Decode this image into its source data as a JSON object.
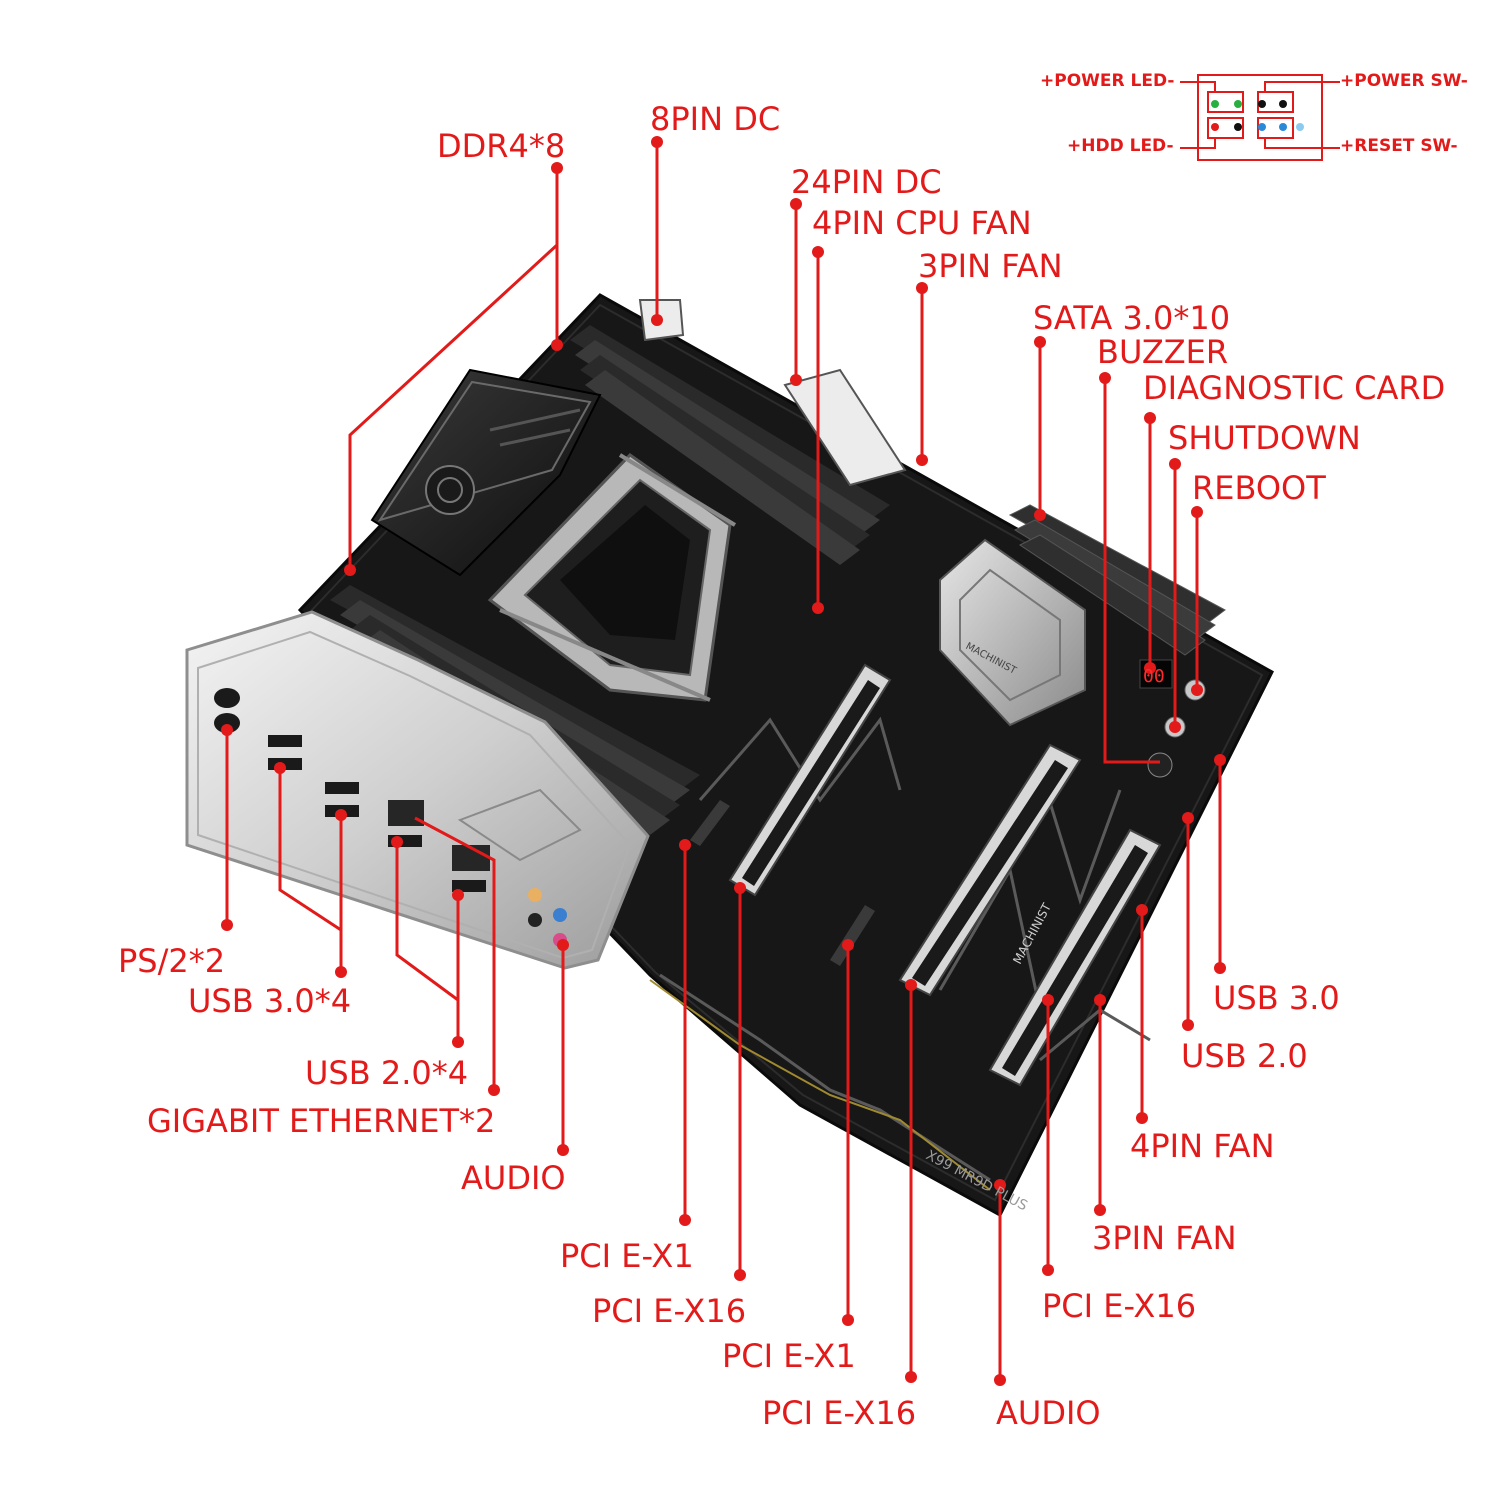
{
  "accent_color": "#e21a1a",
  "product": {
    "model_text": "X99 MR9D PLUS",
    "brand_text": "MACHINIST",
    "diag_display": "00"
  },
  "front_panel": {
    "power_led": "+POWER LED-",
    "power_sw": "+POWER SW-",
    "hdd_led": "+HDD LED-",
    "reset_sw": "+RESET SW-"
  },
  "labels": {
    "ddr4": "DDR4*8",
    "pin8_dc": "8PIN  DC",
    "pin24_dc": "24PIN  DC",
    "cpu_fan": "4PIN CPU FAN",
    "fan3_top": "3PIN FAN",
    "sata": "SATA 3.0*10",
    "buzzer": "BUZZER",
    "diag_card": "DIAGNOSTIC CARD",
    "shutdown": "SHUTDOWN",
    "reboot": "REBOOT",
    "ps2": "PS/2*2",
    "usb30x4": "USB 3.0*4",
    "usb20x4": "USB 2.0*4",
    "ethernet": "GIGABIT ETHERNET*2",
    "audio_rear": "AUDIO",
    "pcie_x1_a": "PCI E-X1",
    "pcie_x16_a": "PCI E-X16",
    "pcie_x1_b": "PCI E-X1",
    "pcie_x16_b": "PCI E-X16",
    "audio_front": "AUDIO",
    "pcie_x16_c": "PCI E-X16",
    "fan3_right": "3PIN FAN",
    "fan4_right": "4PIN FAN",
    "usb20": "USB 2.0",
    "usb30": "USB 3.0"
  }
}
